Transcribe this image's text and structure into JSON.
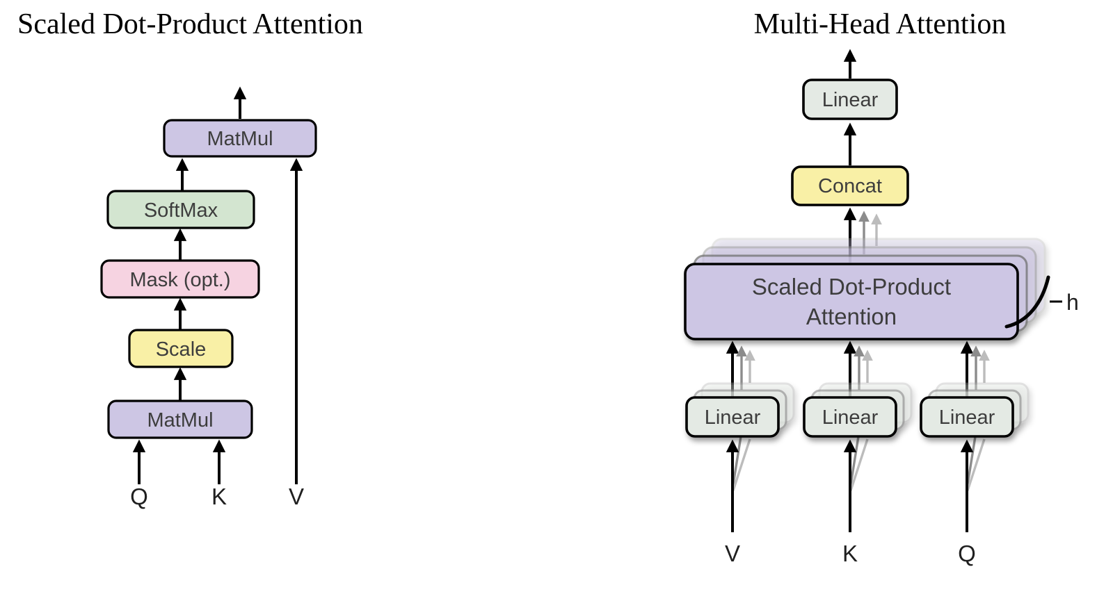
{
  "colors": {
    "purple": "#cdc6e4",
    "green": "#d3e5d0",
    "pink": "#f6d3e1",
    "yellow": "#f9f0a6",
    "linear_box": "#e4eae4",
    "arrow": "#000000",
    "arrow_gray": "#8c8c8c",
    "arrow_light_gray": "#bcbcbc"
  },
  "left": {
    "title": "Scaled Dot-Product Attention",
    "boxes": {
      "matmul_top": "MatMul",
      "softmax": "SoftMax",
      "mask": "Mask (opt.)",
      "scale": "Scale",
      "matmul_bottom": "MatMul"
    },
    "inputs": {
      "q": "Q",
      "k": "K",
      "v": "V"
    }
  },
  "right": {
    "title": "Multi-Head Attention",
    "boxes": {
      "linear_out": "Linear",
      "concat": "Concat",
      "sdpa_line1": "Scaled Dot-Product",
      "sdpa_line2": "Attention",
      "linear_v": "Linear",
      "linear_k": "Linear",
      "linear_q": "Linear"
    },
    "heads_label": "h",
    "inputs": {
      "v": "V",
      "k": "K",
      "q": "Q"
    }
  }
}
